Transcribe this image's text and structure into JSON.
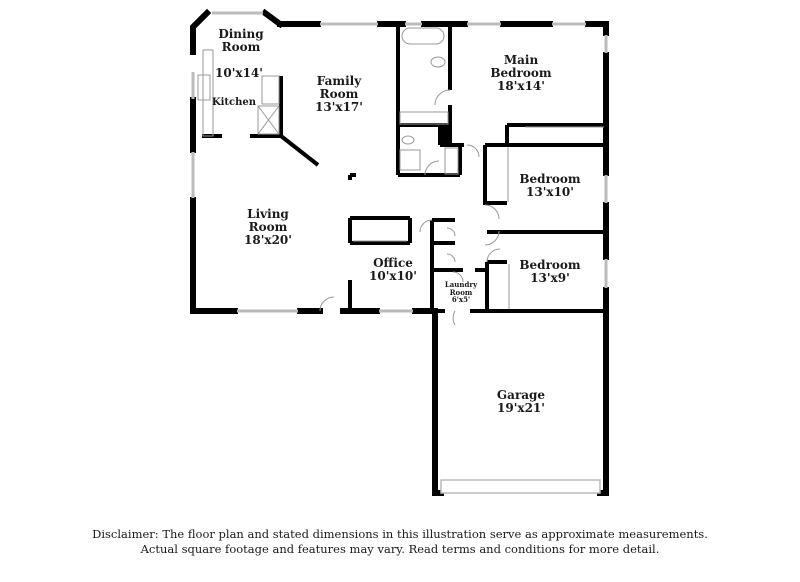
{
  "floor_plan": {
    "rooms": [
      {
        "name": "Dining Room",
        "line1": "Dining",
        "line2": "Room",
        "dims": "10'x14'"
      },
      {
        "name": "Kitchen",
        "line1": "Kitchen"
      },
      {
        "name": "Family Room",
        "line1": "Family",
        "line2": "Room",
        "dims": "13'x17'"
      },
      {
        "name": "Main Bedroom",
        "line1": "Main",
        "line2": "Bedroom",
        "dims": "18'x14'"
      },
      {
        "name": "Bedroom",
        "line1": "Bedroom",
        "dims": "13'x10'"
      },
      {
        "name": "Bedroom",
        "line1": "Bedroom",
        "dims": "13'x9'"
      },
      {
        "name": "Living Room",
        "line1": "Living",
        "line2": "Room",
        "dims": "18'x20'"
      },
      {
        "name": "Office",
        "line1": "Office",
        "dims": "10'x10'"
      },
      {
        "name": "Laundry Room",
        "line1": "Laundry",
        "line2": "Room",
        "dims": "6'x5'"
      },
      {
        "name": "Garage",
        "line1": "Garage",
        "dims": "19'x21'"
      }
    ],
    "colors": {
      "wall": "#000000",
      "window": "#cccccc",
      "fixture": "#999999",
      "background": "#ffffff"
    }
  },
  "disclaimer": {
    "line1": "Disclaimer: The floor plan and stated dimensions in this illustration serve as approximate measurements.",
    "line2": "Actual square footage and features may vary. Read terms and conditions for more detail."
  }
}
